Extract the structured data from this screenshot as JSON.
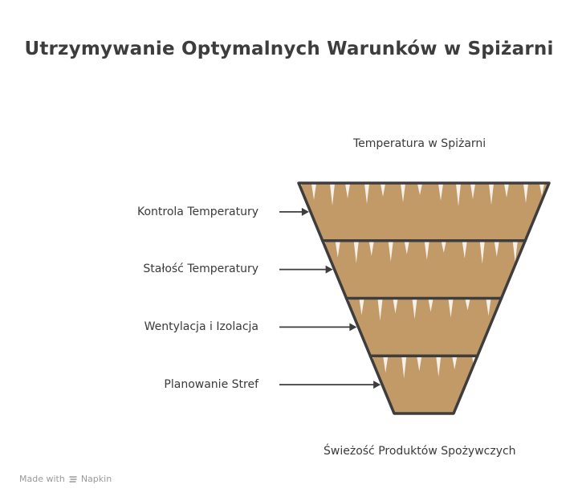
{
  "title": "Utrzymywanie Optymalnych Warunków w Spiżarni",
  "top_label": "Temperatura w Spiżarni",
  "bottom_label": "Świeżość Produktów Spożywczych",
  "layers": [
    {
      "label": "Kontrola Temperatury"
    },
    {
      "label": "Stałość Temperatury"
    },
    {
      "label": "Wentylacja i Izolacja"
    },
    {
      "label": "Planowanie Stref"
    }
  ],
  "colors": {
    "fill": "#c29a68",
    "outline": "#3d3d3d",
    "text": "#3a3a3a"
  },
  "footer": {
    "prefix": "Made with",
    "brand": "Napkin"
  }
}
